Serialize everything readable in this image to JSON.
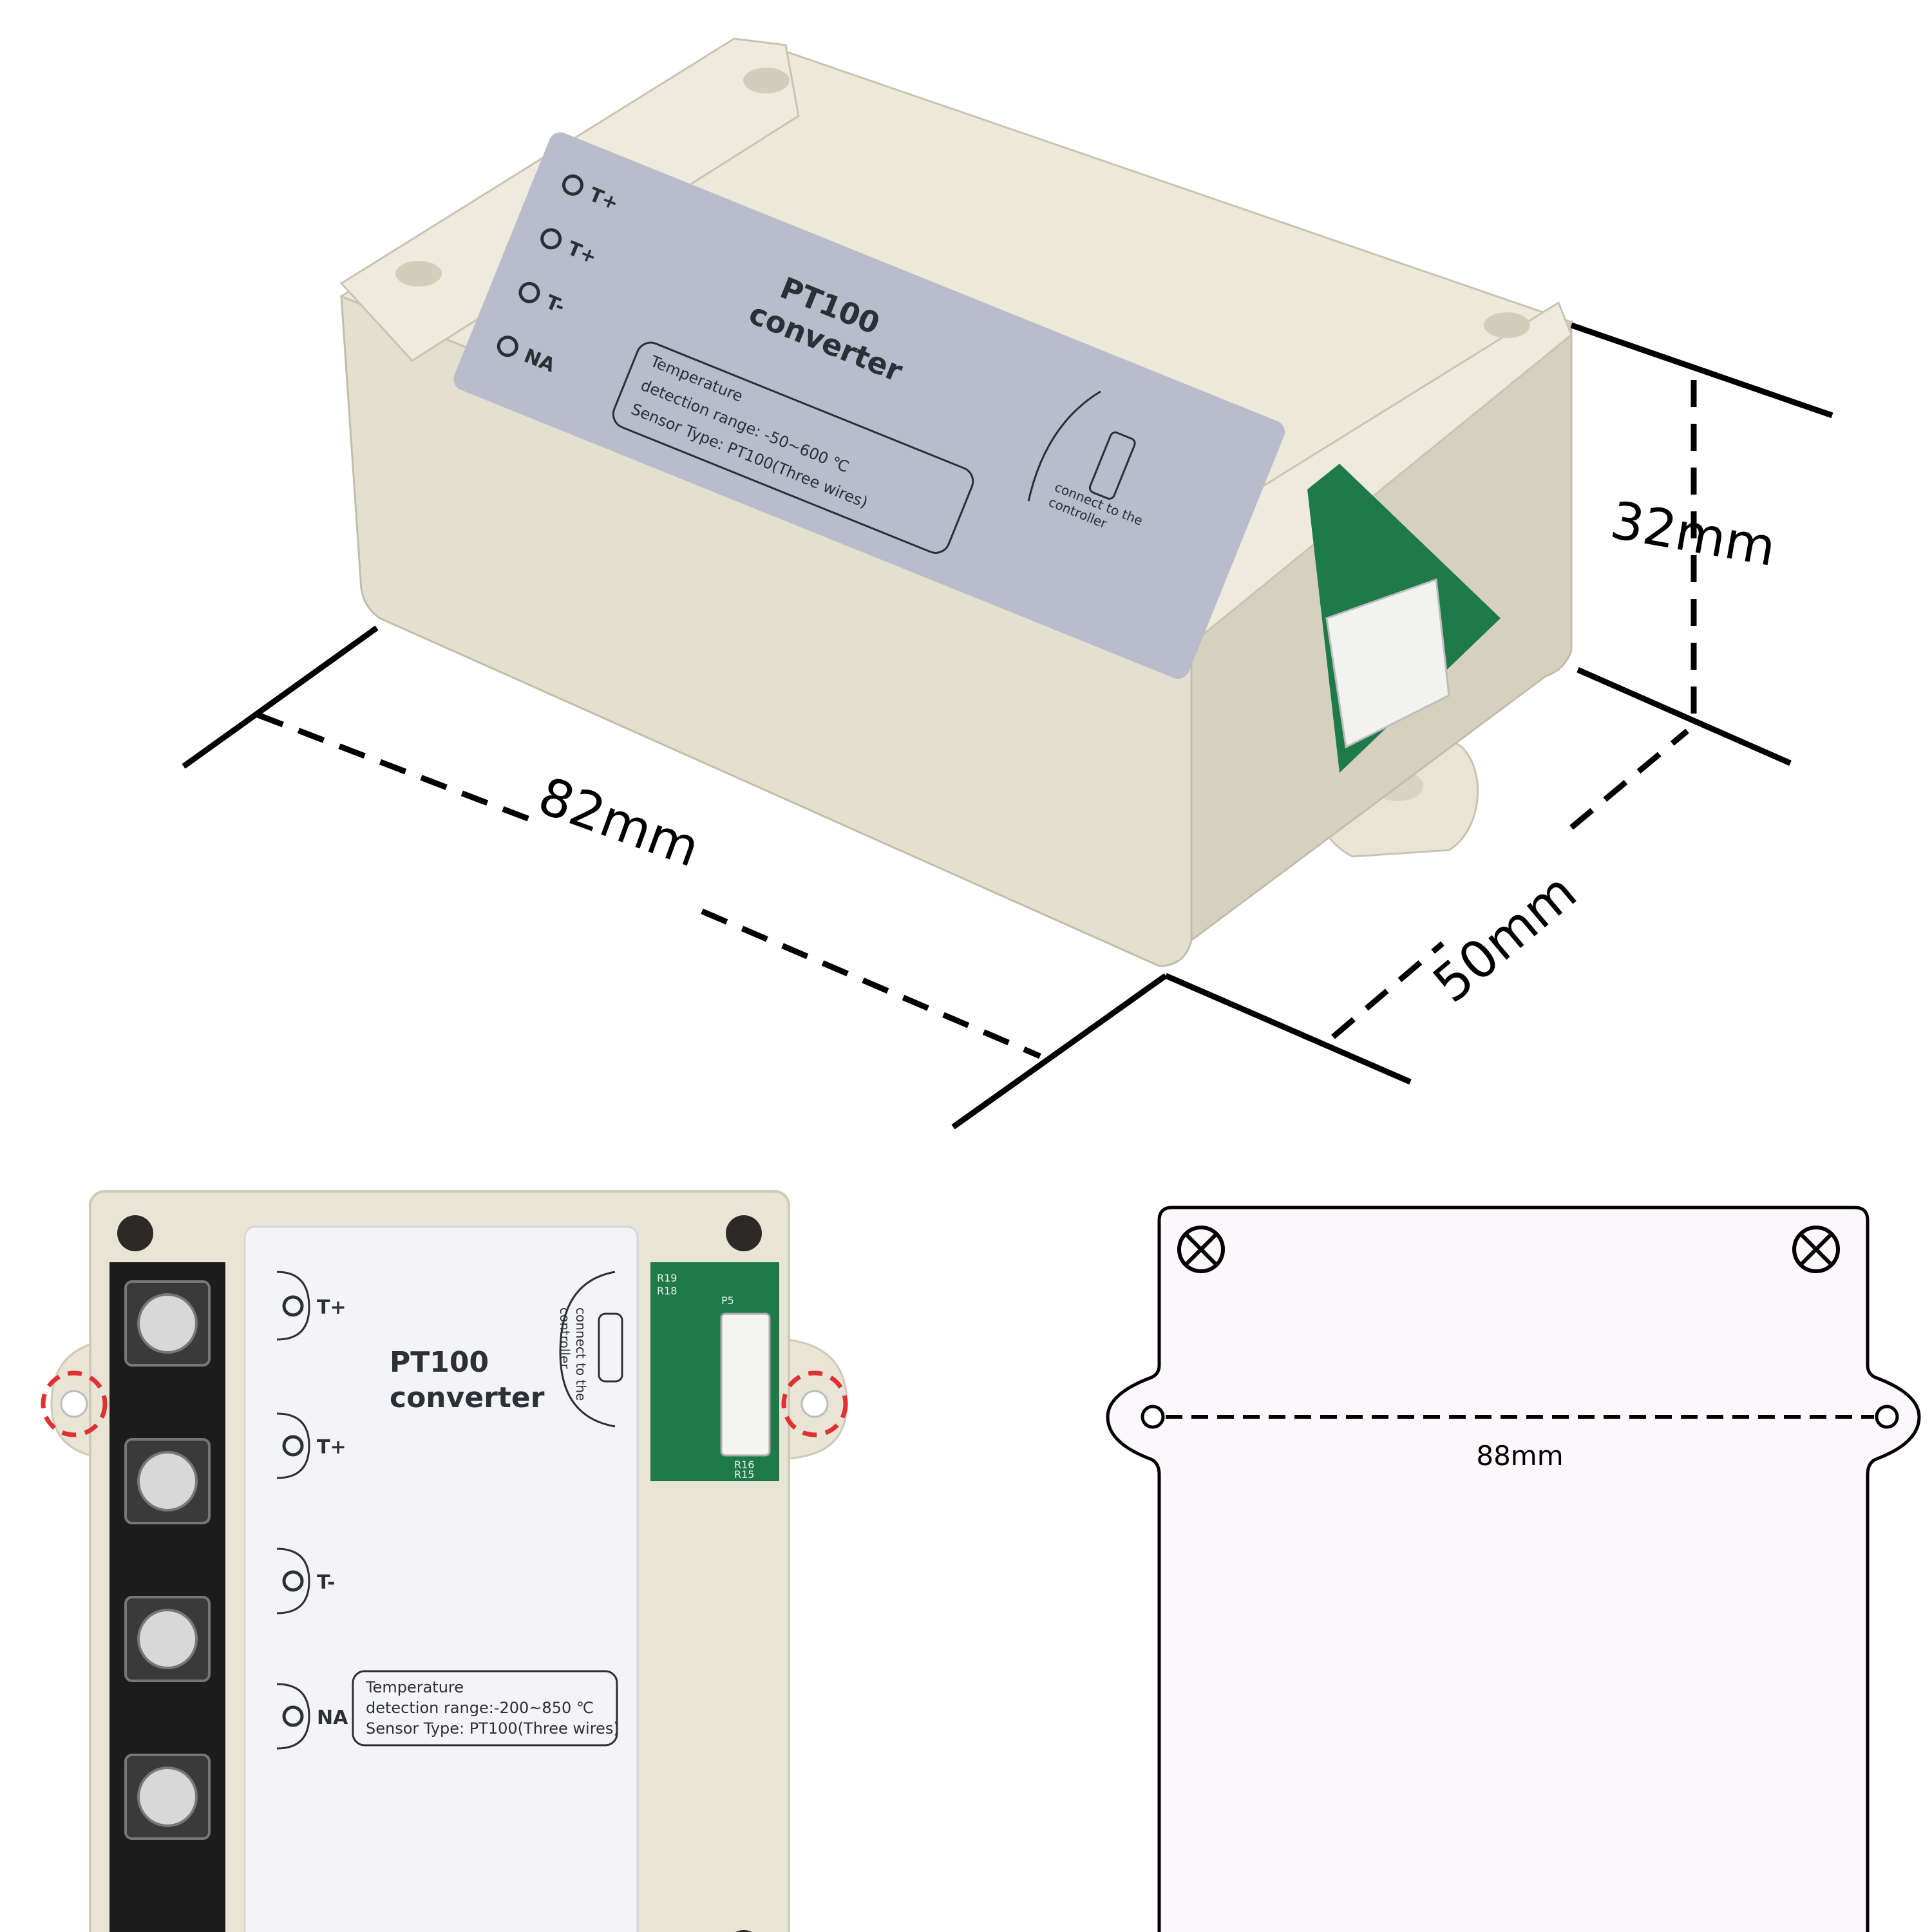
{
  "device": {
    "title_line1": "PT100",
    "title_line2": "converter",
    "terminals": [
      "T+",
      "T+",
      "T-",
      "NA"
    ],
    "connector_label_line1": "connect to the",
    "connector_label_line2": "controller",
    "spec_iso": {
      "line1": "Temperature",
      "line2": "detection range: -50~600 ℃",
      "line3": "Sensor Type: PT100(Three wires)"
    },
    "spec_top": {
      "line1": "Temperature",
      "line2": "detection range:-200~850 ℃",
      "line3": "Sensor Type: PT100(Three wires)"
    },
    "pcb_labels": [
      "R19",
      "R18",
      "P5",
      "R16",
      "R15"
    ]
  },
  "dimensions": {
    "length": "82mm",
    "width": "50mm",
    "height": "32mm",
    "mounting_hole_spacing": "88mm"
  },
  "colors": {
    "housing": "#e8e4d6",
    "housing_shadow": "#cfcab8",
    "label_iso": "#b9bccb",
    "label_top": "#f4f4f6",
    "pcb": "#1f7a4a",
    "terminal_block": "#1c1c1c",
    "highlight": "#e03030",
    "outline_fill": "#fbf7fb"
  }
}
